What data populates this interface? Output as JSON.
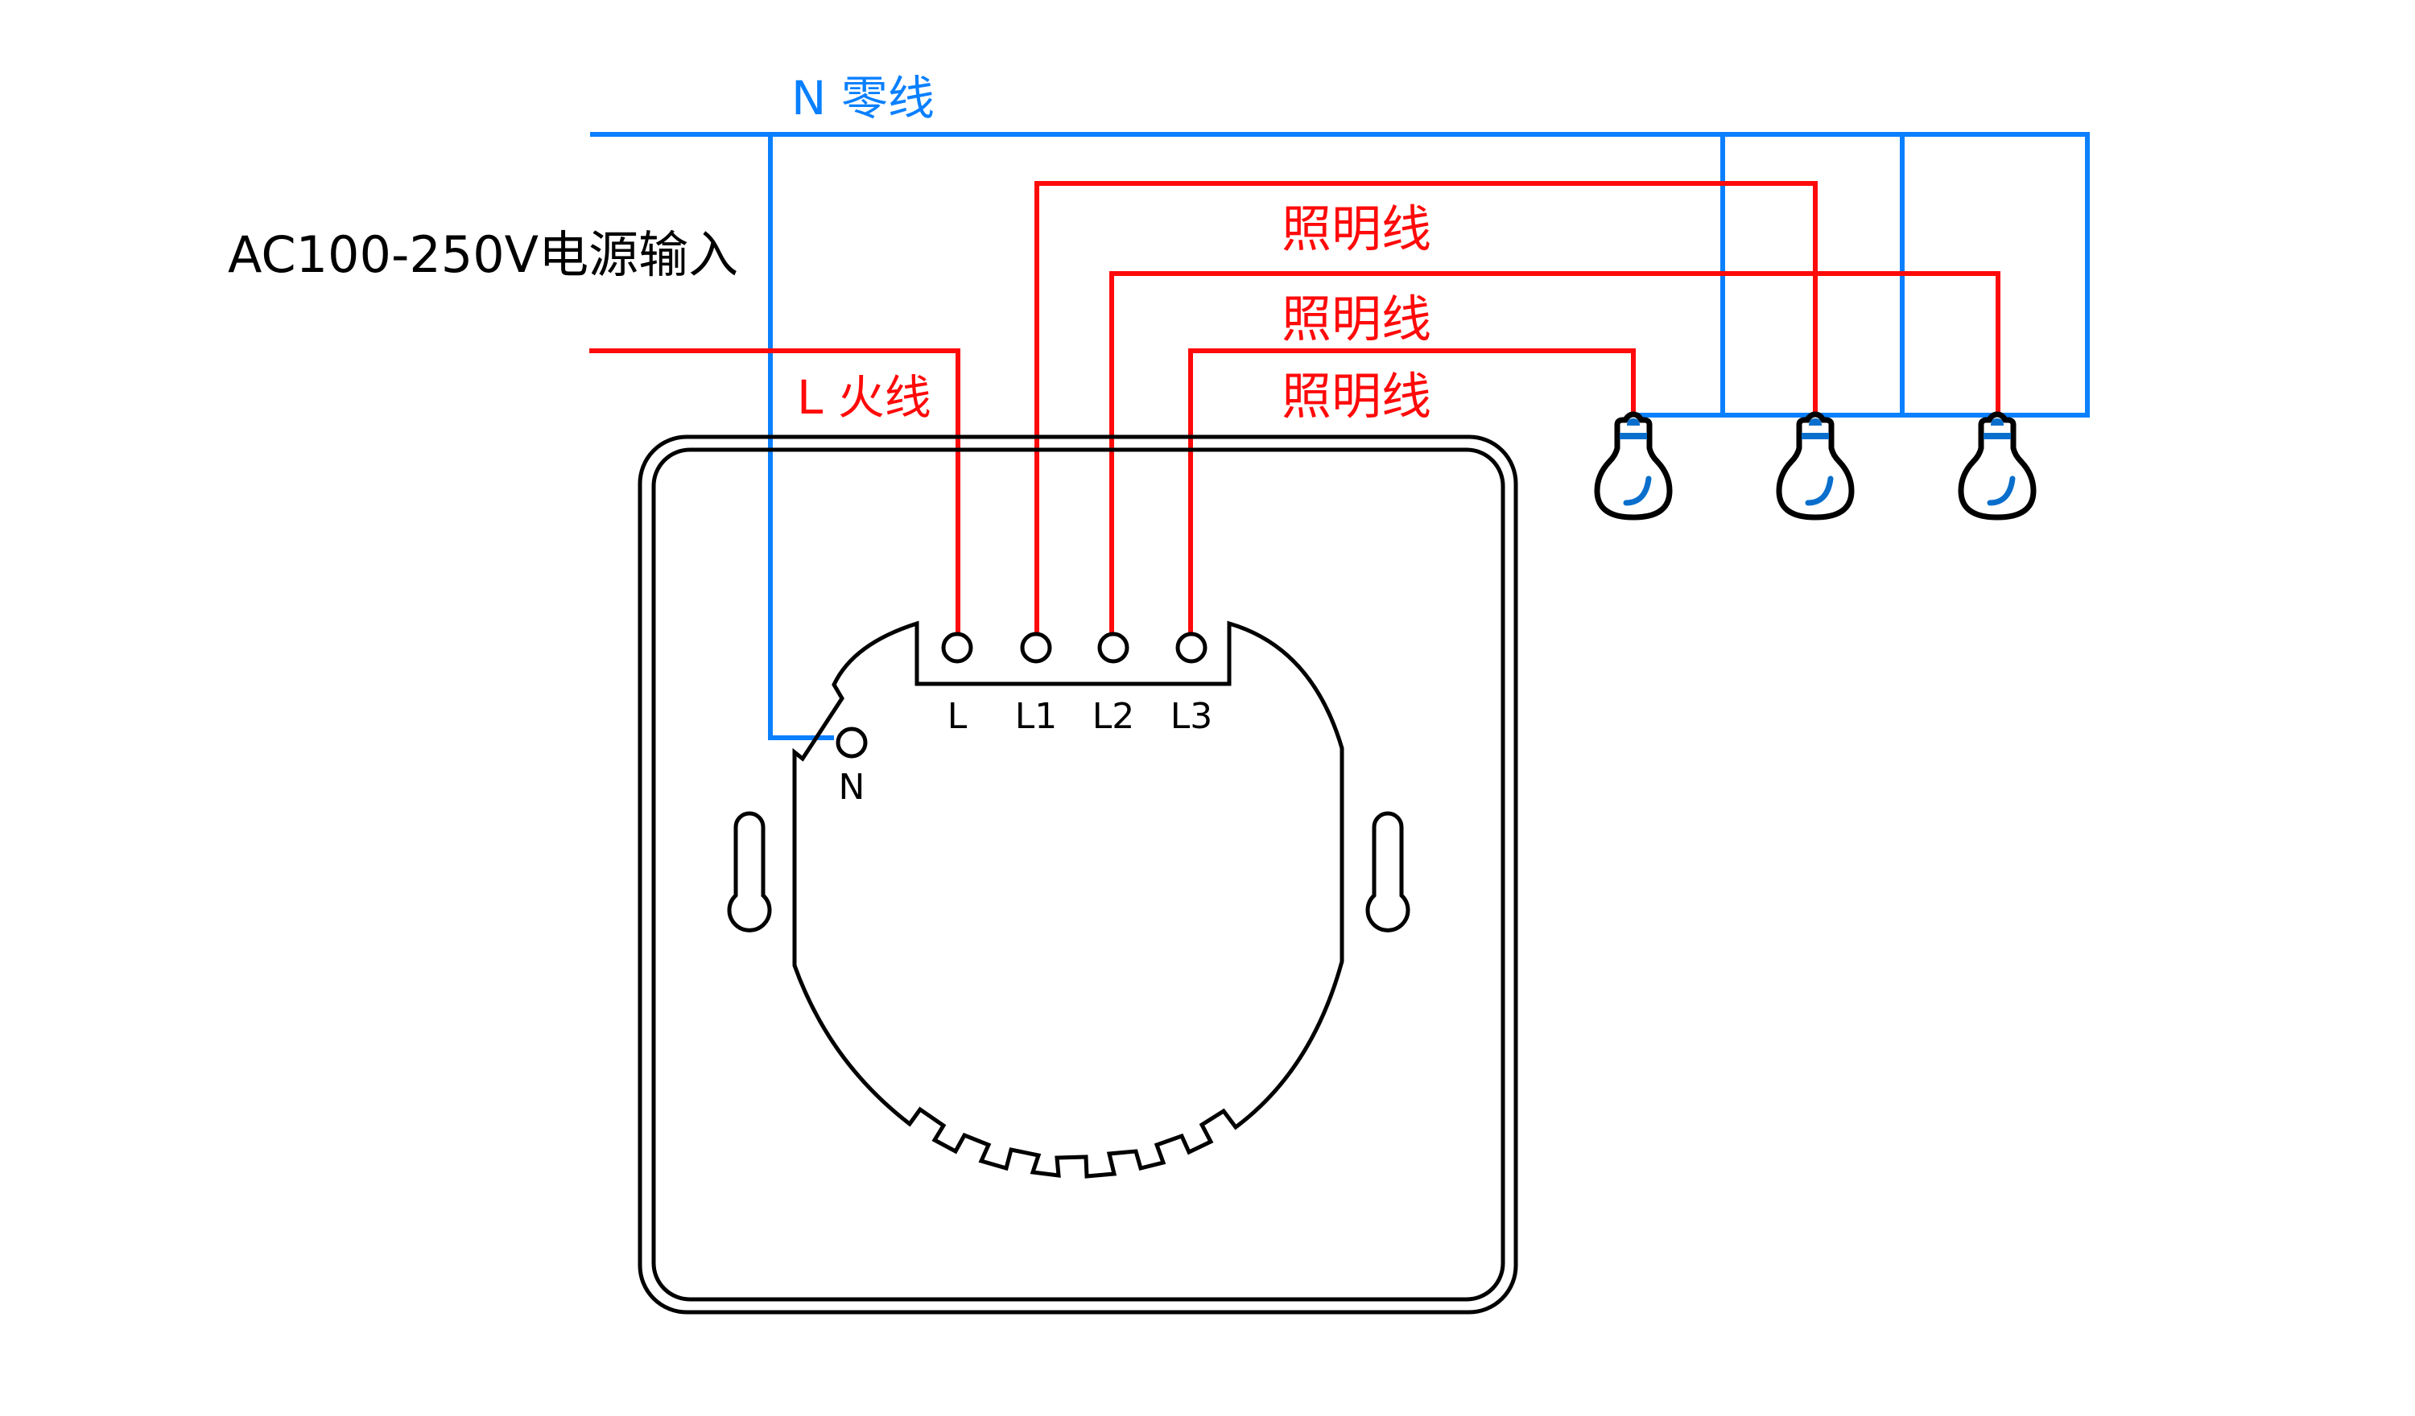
{
  "title": "三路开关接线图",
  "colors": {
    "neutral_wire": "#0a80ff",
    "live_wire": "#ff0a0a",
    "outline": "#000000",
    "bulb_accent": "#0a6fcc"
  },
  "labels": {
    "power_input": "AC100-250V电源输入",
    "neutral": "N 零线",
    "live": "L 火线",
    "lighting_1": "照明线",
    "lighting_2": "照明线",
    "lighting_3": "照明线"
  },
  "terminals": [
    {
      "id": "N",
      "label": "N"
    },
    {
      "id": "L",
      "label": "L"
    },
    {
      "id": "L1",
      "label": "L1"
    },
    {
      "id": "L2",
      "label": "L2"
    },
    {
      "id": "L3",
      "label": "L3"
    }
  ],
  "bulbs": [
    {
      "name": "lamp-1",
      "connected_terminal": "L3"
    },
    {
      "name": "lamp-2",
      "connected_terminal": "L1"
    },
    {
      "name": "lamp-3",
      "connected_terminal": "L2"
    }
  ]
}
